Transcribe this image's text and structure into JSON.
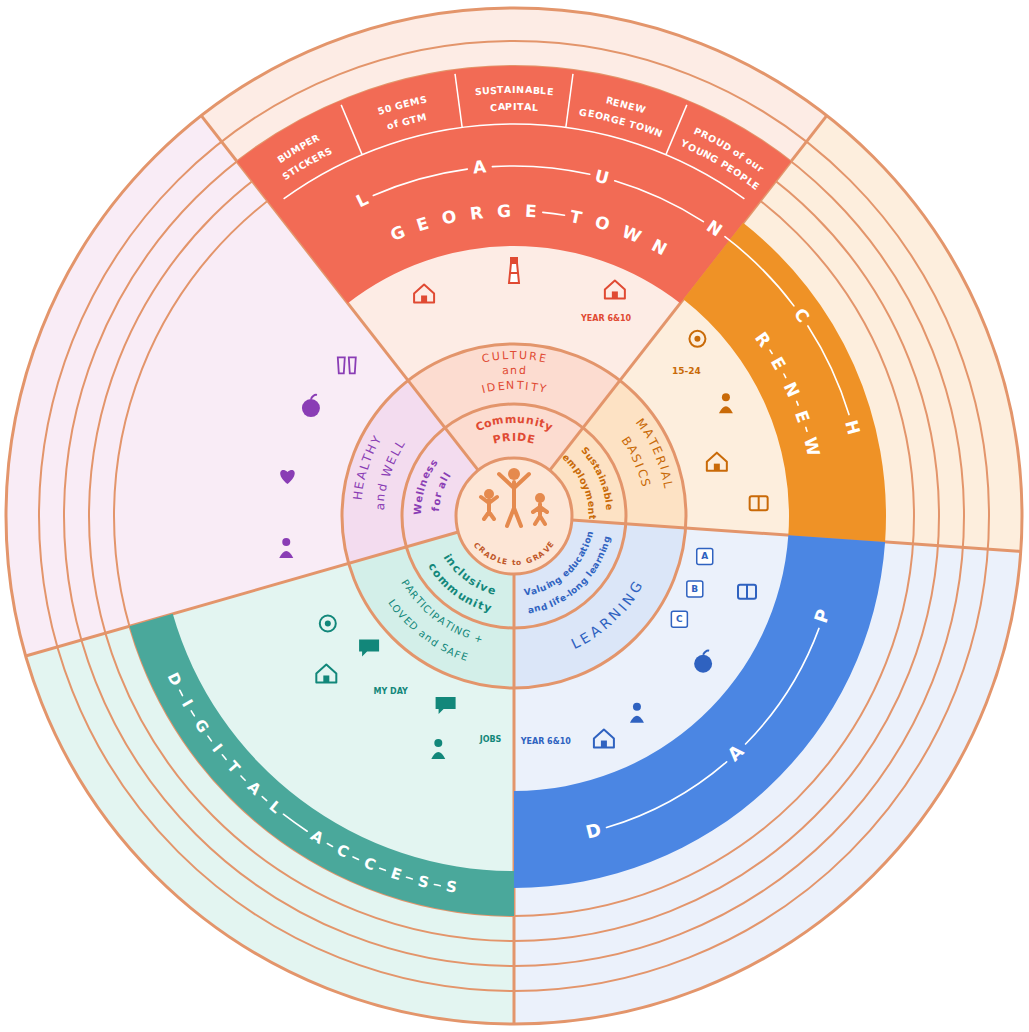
{
  "diagram": {
    "nodes": [
      {
        "text": [
          "CRADLE to GRAVE"
        ]
      },
      {
        "text": [
          "Community PRIDE"
        ]
      },
      {
        "text": [
          "Sustainable employment"
        ]
      },
      {
        "text": [
          "Valuing education and life-long learning"
        ]
      },
      {
        "text": [
          "inclusive community"
        ]
      },
      {
        "text": [
          "Wellness for all"
        ]
      },
      {
        "text": [
          "CULTURE and IDENTITY"
        ]
      },
      {
        "text": [
          "MATERIAL BASICS"
        ]
      },
      {
        "text": [
          "LEARNING"
        ]
      },
      {
        "text": [
          "PARTICIPATING + LOVED and SAFE"
        ]
      },
      {
        "text": [
          "HEALTHY and WELL"
        ]
      },
      {
        "text": [
          "LAUNCH"
        ]
      },
      {
        "text": [
          "GEORGE TOWN"
        ]
      },
      {
        "text": [
          "RENEW"
        ]
      },
      {
        "text": [
          "PAD"
        ]
      },
      {
        "text": [
          "DIGITAL ACCESS"
        ]
      },
      {
        "text": [
          "BUMPER STICKERS"
        ]
      },
      {
        "text": [
          "50 GEMS of GTM"
        ]
      },
      {
        "text": [
          "SUSTAINABLE CAPITAL"
        ]
      },
      {
        "text": [
          "RENEW GEORGE TOWN"
        ]
      },
      {
        "text": [
          "PROUD of our YOUNG PEOPLE"
        ]
      }
    ],
    "labels": [
      "YEAR 6&10",
      "15-24",
      "A",
      "B",
      "C",
      "YEAR 6&10",
      "JOBS",
      "MY DAY"
    ]
  }
}
